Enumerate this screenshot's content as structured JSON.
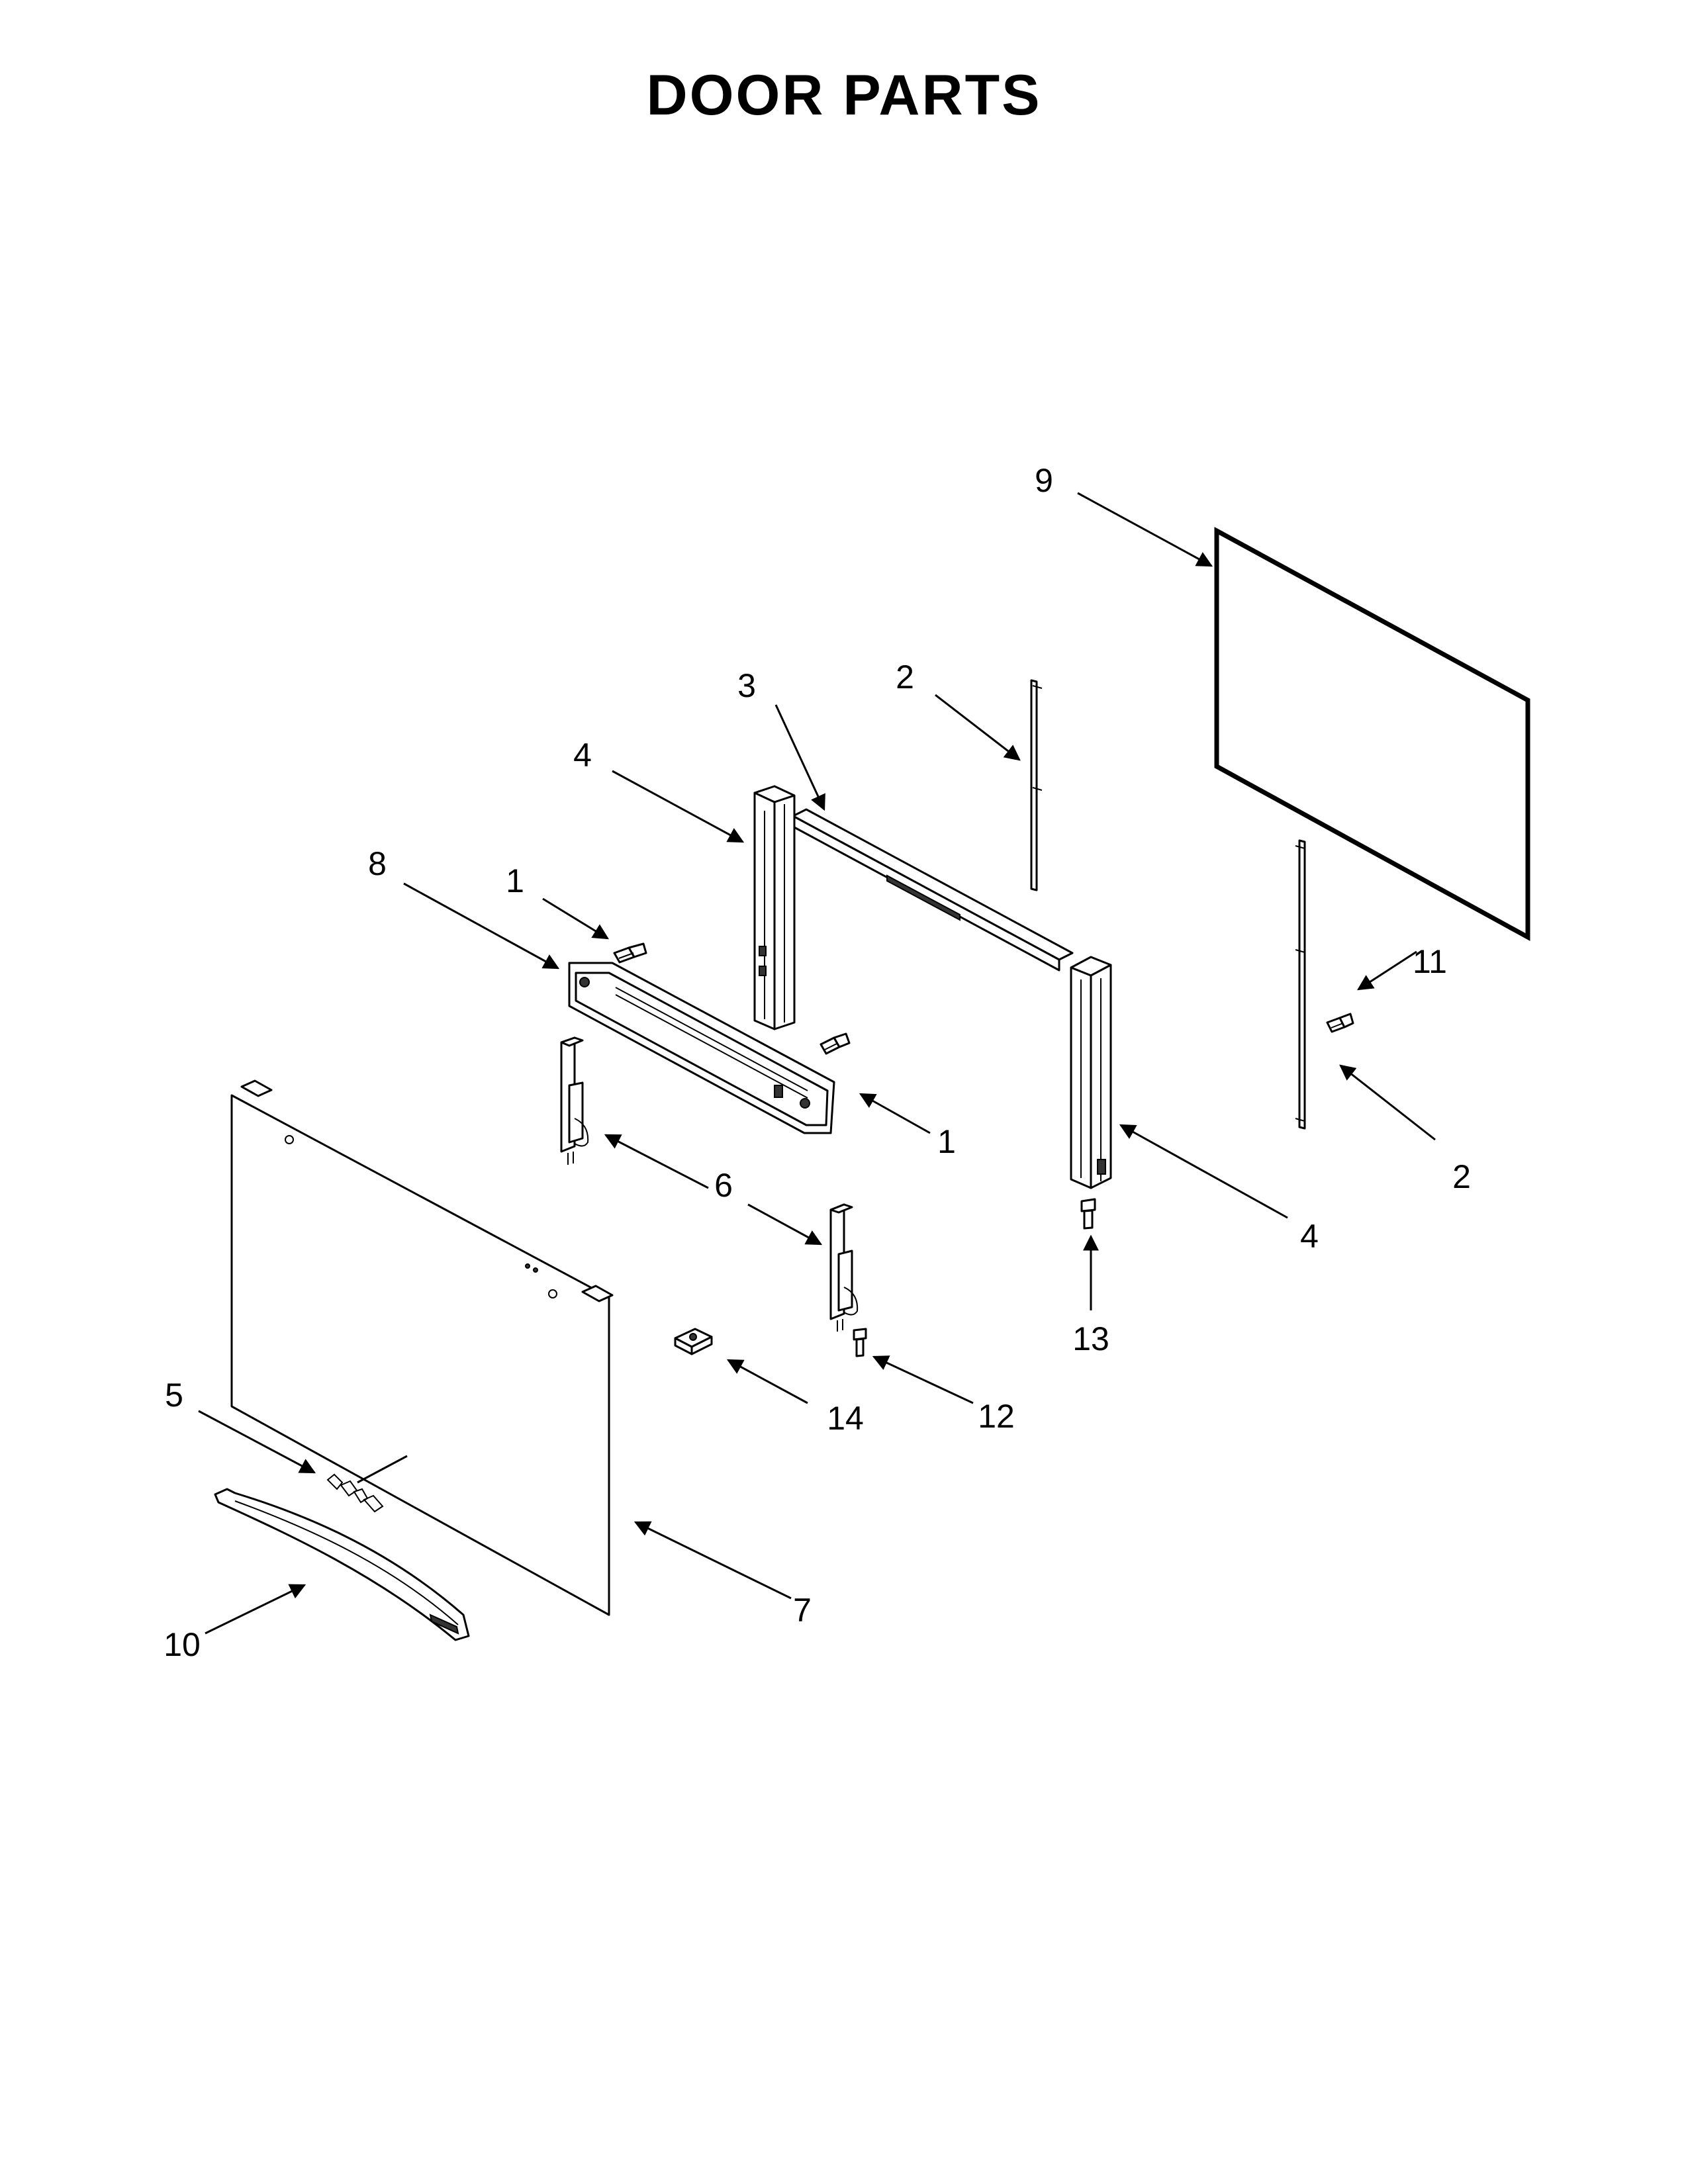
{
  "title": "DOOR PARTS",
  "callouts": {
    "c1a": "1",
    "c1b": "1",
    "c2a": "2",
    "c2b": "2",
    "c3": "3",
    "c4a": "4",
    "c4b": "4",
    "c5": "5",
    "c6": "6",
    "c7": "7",
    "c8": "8",
    "c9": "9",
    "c10": "10",
    "c11": "11",
    "c12": "12",
    "c13": "13",
    "c14": "14"
  }
}
